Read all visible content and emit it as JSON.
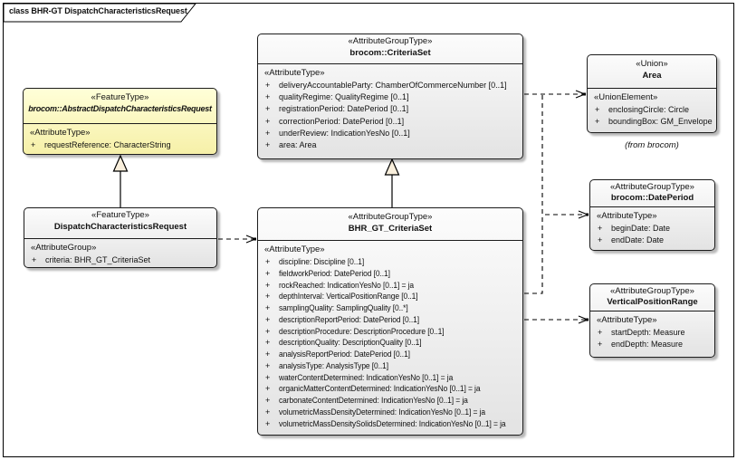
{
  "frame": {
    "title": "class BHR-GT DispatchCharacteristicsRequest"
  },
  "visibility": {
    "plus": "+"
  },
  "colors": {
    "highlight_yellow_top": "#ffffd8",
    "highlight_yellow_bottom": "#f6f0a8",
    "box_fill_top": "#fcfcfc",
    "box_fill_bottom": "#e3e3e3",
    "triangle_fill": "#f9efdc",
    "line": "#000000"
  },
  "classes": {
    "abstract": {
      "stereotype": "«FeatureType»",
      "name": "brocom::AbstractDispatchCharacteristicsRequest",
      "section_label": "«AttributeType»",
      "attrs": [
        "requestReference: CharacterString"
      ]
    },
    "dispatch": {
      "stereotype": "«FeatureType»",
      "name": "DispatchCharacteristicsRequest",
      "section_label": "«AttributeGroup»",
      "attrs": [
        "criteria: BHR_GT_CriteriaSet"
      ]
    },
    "criteriaset": {
      "stereotype": "«AttributeGroupType»",
      "name": "brocom::CriteriaSet",
      "section_label": "«AttributeType»",
      "attrs": [
        "deliveryAccountableParty: ChamberOfCommerceNumber [0..1]",
        "qualityRegime: QualityRegime [0..1]",
        "registrationPeriod: DatePeriod [0..1]",
        "correctionPeriod: DatePeriod [0..1]",
        "underReview: IndicationYesNo [0..1]",
        "area: Area"
      ]
    },
    "bhr": {
      "stereotype": "«AttributeGroupType»",
      "name": "BHR_GT_CriteriaSet",
      "section_label": "«AttributeType»",
      "attrs": [
        "discipline: Discipline [0..1]",
        "fieldworkPeriod: DatePeriod [0..1]",
        "rockReached: IndicationYesNo [0..1] = ja",
        "depthInterval: VerticalPositionRange [0..1]",
        "samplingQuality: SamplingQuality [0..*]",
        "descriptionReportPeriod: DatePeriod [0..1]",
        "descriptionProcedure: DescriptionProcedure [0..1]",
        "descriptionQuality: DescriptionQuality [0..1]",
        "analysisReportPeriod: DatePeriod [0..1]",
        "analysisType: AnalysisType [0..1]",
        "waterContentDetermined: IndicationYesNo [0..1] = ja",
        "organicMatterContentDetermined: IndicationYesNo [0..1] = ja",
        "carbonateContentDetermined: IndicationYesNo [0..1] = ja",
        "volumetricMassDensityDetermined: IndicationYesNo [0..1] = ja",
        "volumetricMassDensitySolidsDetermined: IndicationYesNo [0..1] = ja"
      ]
    },
    "area": {
      "stereotype": "«Union»",
      "name": "Area",
      "section_label": "«UnionElement»",
      "attrs": [
        "enclosingCircle: Circle",
        "boundingBox: GM_Envelope"
      ],
      "note": "(from brocom)"
    },
    "dateperiod": {
      "stereotype": "«AttributeGroupType»",
      "name": "brocom::DatePeriod",
      "section_label": "«AttributeType»",
      "attrs": [
        "beginDate: Date",
        "endDate: Date"
      ]
    },
    "vpr": {
      "stereotype": "«AttributeGroupType»",
      "name": "VerticalPositionRange",
      "section_label": "«AttributeType»",
      "attrs": [
        "startDepth: Measure",
        "endDepth: Measure"
      ]
    }
  }
}
